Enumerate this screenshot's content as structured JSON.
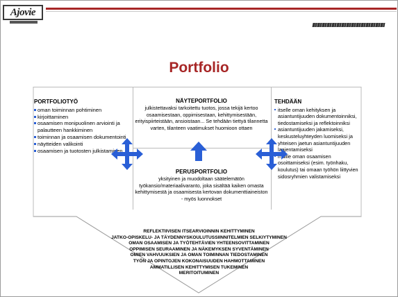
{
  "header": {
    "logo_text": "Ajovie",
    "accent_color": "#a72626",
    "arrow_color": "#2a5fd6"
  },
  "title": "Portfolio",
  "left": {
    "heading": "PORTFOLIOTYÖ",
    "items": [
      "oman toiminnan pohtiminen",
      "kirjoittaminen",
      "osaamisen monipuolinen arviointi  ja palautteen hankkiminen",
      "toiminnan ja osaamisen dokumentointi",
      "näytteiden valikointi",
      "osaamisen ja tuotosten julkistaminen"
    ]
  },
  "center_top": {
    "heading": "NÄYTEPORTFOLIO",
    "body": "julkistettavaksi tarkoitettu tuotos, jossa tekijä kertoo osaamisestaan, oppimisestaan, kehittymisestään, erityispiirteistään, ansioistaan... Se tehdään tiettyä tilannetta varten, tilanteen vaatimukset huomioon ottaen"
  },
  "center_bottom": {
    "heading": "PERUSPORTFOLIO",
    "body": "yksityinen ja muodoltaan säätelemätön työkansio/materiaalivaranto, joka sisältää kaiken omasta kehittymisestä ja osaamisesta kertovan dokumenttiaineiston - myös luonnokset"
  },
  "right": {
    "heading": "TEHDÄÄN",
    "items": [
      "itselle oman kehityksen ja asiantuntijuuden dokumentoinniksi, tiedostamiseksi ja reflektoinniksi",
      "asiantuntijuuden jakamiseksi, keskusteluyhteyden luomiseksi ja yhteisen jaetun asiantuntijuuden laajentamiseksi",
      "muille oman osaamisen osoittamiseksi (esim. työnhaku, koulutus) tai omaan työhön liittyvien sidosryhmien valistamiseksi"
    ]
  },
  "bottom_lines": [
    "REFLEKTIIVISEN ITSEARVIOINNIN KEHITTYMINEN",
    "JATKO-OPISKELU- JA TÄYDENNYSKOULUTUSSIINNITELMIEN SELKIYTYMINEN",
    "OMAN OSAAMISEN JA TYÖTEHTÄVIEN YHTEENSOVITTAMINEN",
    "OPPIMISEN SEURAAMINEN JA NÄKEMYKSEN SYVENTÄMINEN",
    "OMIEN VAHVUUKSIEN JA OMAN TOIMINNAN TIEDOSTAMINEN",
    "TYÖN JA OPINTOJEN KOKONAISUUDEN HAHMOTTAMINEN",
    "AMMATILLISEN KEHITTYMISEN TUKEMINEN",
    "MERITOITUMINEN"
  ]
}
